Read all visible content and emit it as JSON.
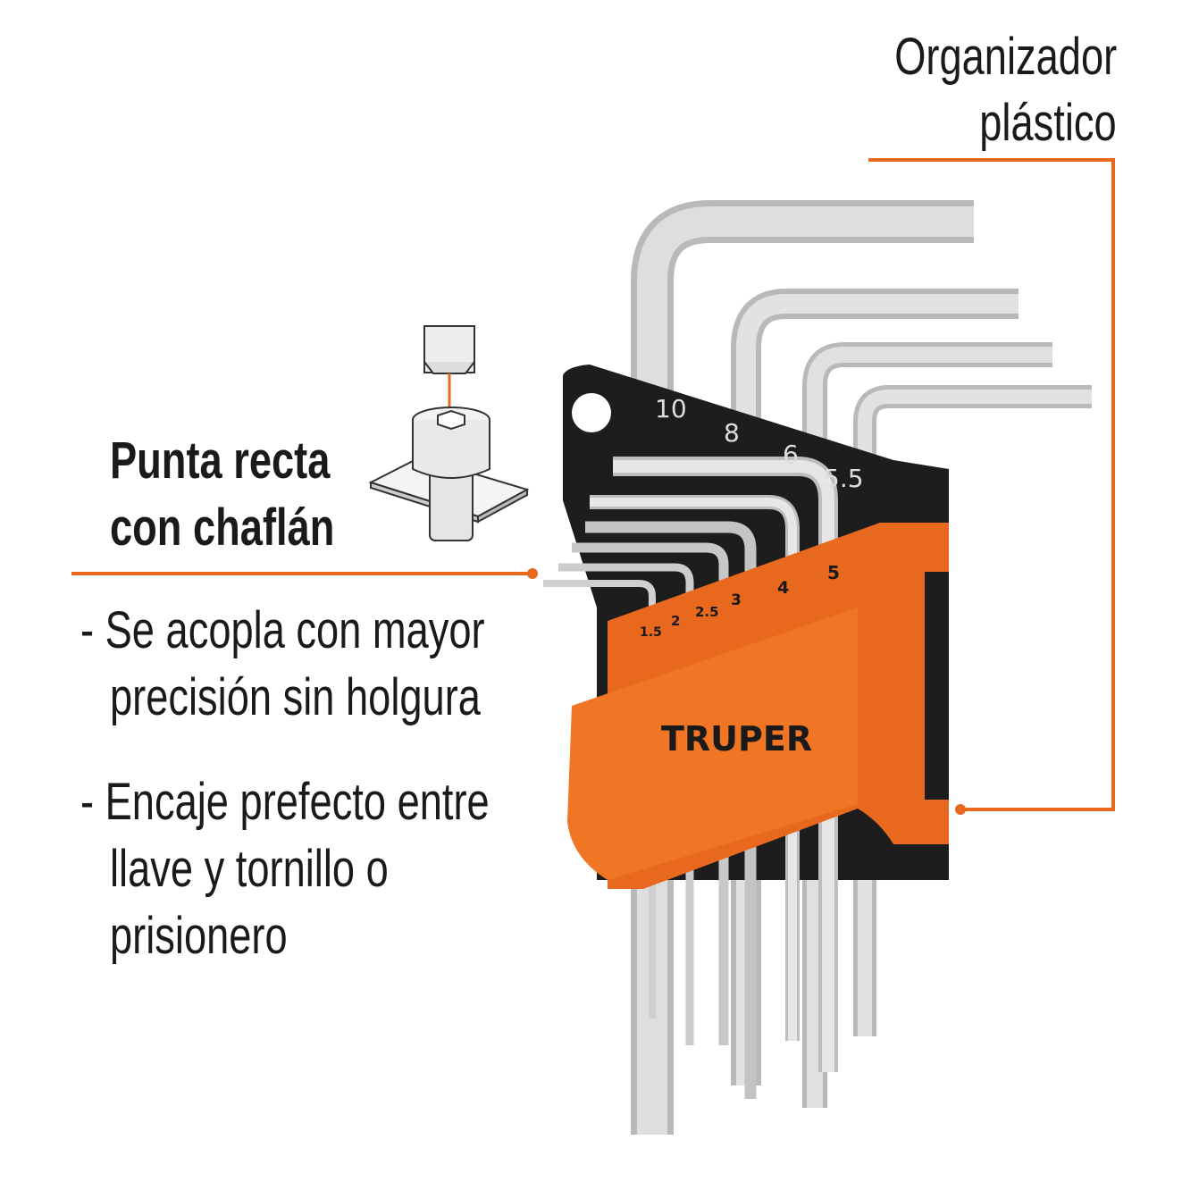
{
  "labels": {
    "organizer": [
      "Organizador",
      "plástico"
    ],
    "tip": [
      "Punta recta",
      "con chaflán"
    ],
    "bullet1": [
      "- Se acopla con mayor",
      "precisión sin holgura"
    ],
    "bullet2": [
      "- Encaje prefecto entre",
      "llave y tornillo o",
      "prisionero"
    ]
  },
  "key_sizes_back": [
    "10",
    "8",
    "6",
    "5.5"
  ],
  "key_sizes_front": [
    "5",
    "4",
    "3",
    "2.5",
    "2",
    "1.5"
  ],
  "brand": "TRUPER",
  "colors": {
    "accent": "#e8681e",
    "holder_black": "#1c1c1c",
    "steel": "#d6d6d6"
  }
}
